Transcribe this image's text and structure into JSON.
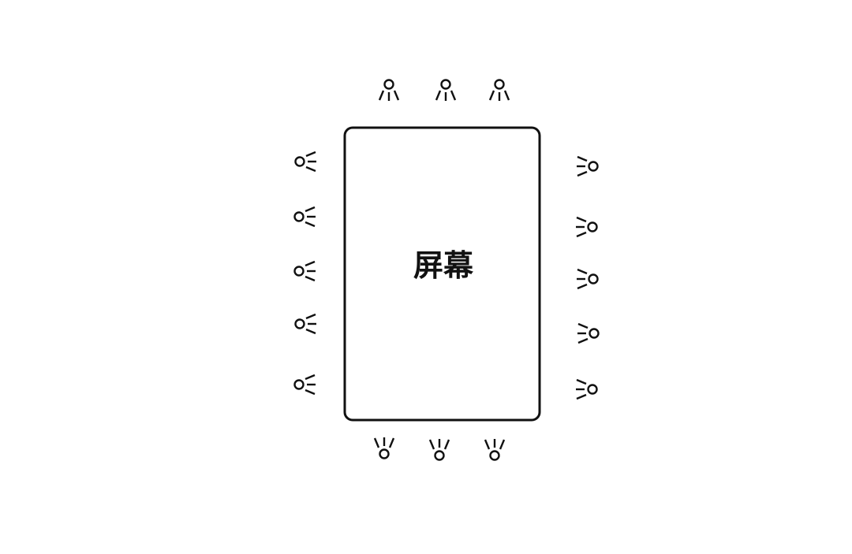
{
  "screen": {
    "label": "屏幕"
  },
  "lights": {
    "icon": "light-emitter-icon",
    "groups": [
      {
        "side": "top",
        "count": 3,
        "facing": "down"
      },
      {
        "side": "bottom",
        "count": 3,
        "facing": "up"
      },
      {
        "side": "left",
        "count": 5,
        "facing": "right"
      },
      {
        "side": "right",
        "count": 5,
        "facing": "left"
      }
    ]
  },
  "colors": {
    "stroke": "#111111",
    "background": "#ffffff"
  }
}
